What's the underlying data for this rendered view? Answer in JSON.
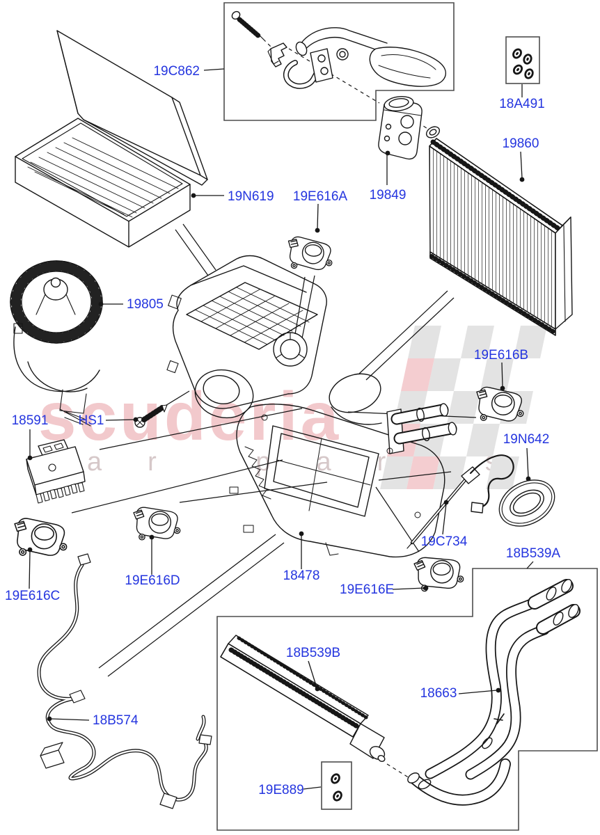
{
  "page": {
    "background": "#ffffff"
  },
  "watermark": {
    "brand": "scuderia",
    "tagline": "car parts"
  },
  "colors": {
    "label_link": "#2435df",
    "line_art": "#161616",
    "frame_box": "#4d4d4d",
    "watermark_pink": "#f2c9cc",
    "watermark_tagline": "#d6c8c9",
    "checker_gray": "#e3e3e3",
    "checker_pink": "#f4cdd0"
  },
  "labels": {
    "pipe_bracket_kit": "19C862",
    "oring_kit_a": "18A491",
    "evaporator_core": "19860",
    "cabin_air_filter": "19N619",
    "servo_motor_a": "19E616A",
    "expansion_valve": "19849",
    "blower_motor": "19805",
    "servo_motor_b": "19E616B",
    "blower_resistor": "18591",
    "screw": "HS1",
    "temperature_sensor": "19C734",
    "seal_grommet": "19N642",
    "heater_pipe_kit": "18B539A",
    "servo_motor_c": "19E616C",
    "servo_motor_d": "19E616D",
    "heater_housing": "18478",
    "servo_motor_e": "19E616E",
    "heater_core": "18B539B",
    "heater_pipes": "18663",
    "wiring_harness": "18B574",
    "oring_kit_b": "19E889"
  }
}
